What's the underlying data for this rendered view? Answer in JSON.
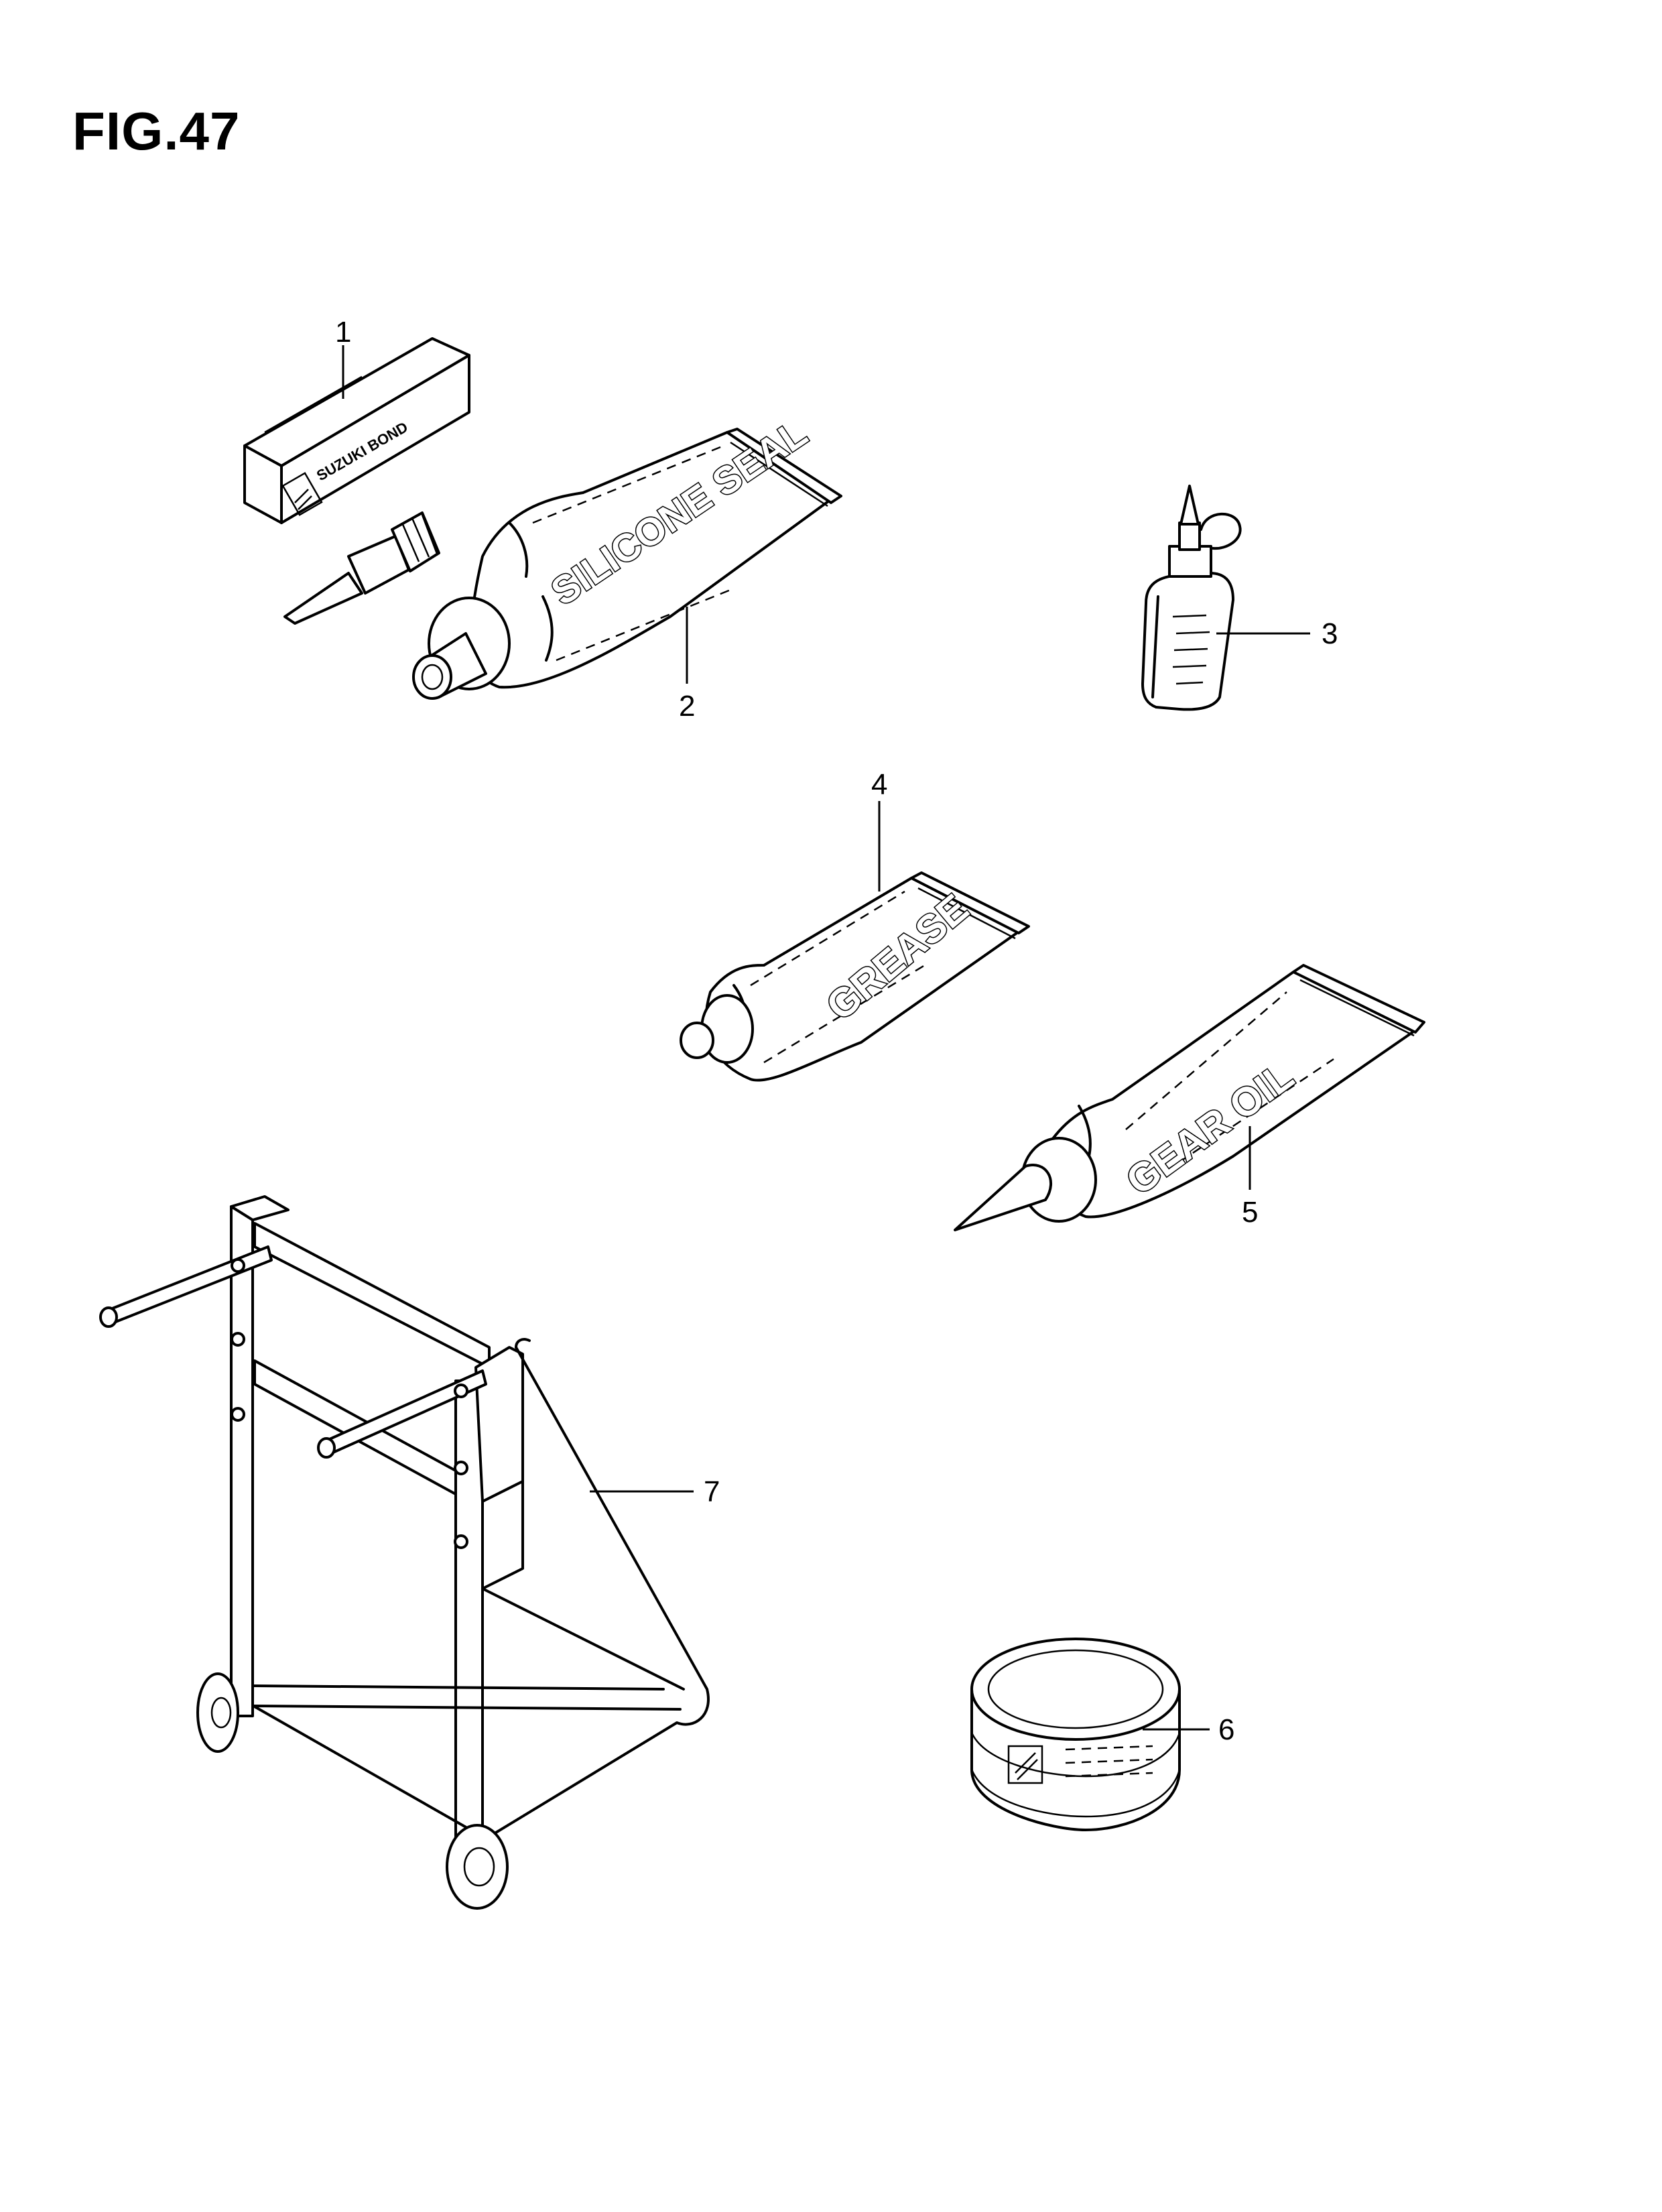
{
  "figure_title": "FIG.47",
  "callouts": {
    "c1": "1",
    "c2": "2",
    "c3": "3",
    "c4": "4",
    "c5": "5",
    "c6": "6",
    "c7": "7"
  },
  "product_labels": {
    "bond_box": "SUZUKI BOND",
    "silicone_tube": "SILICONE SEAL",
    "grease_tube": "GREASE",
    "gear_oil_tube": "GEAR OIL"
  }
}
